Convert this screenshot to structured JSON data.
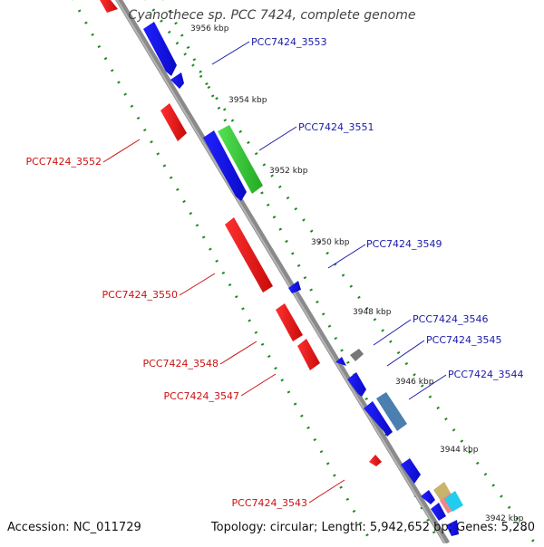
{
  "title": "Cyanothece sp. PCC 7424, complete genome",
  "footer": {
    "accession": "Accession: NC_011729",
    "stats": "Topology: circular; Length: 5,942,652 bp; Genes: 5,280"
  },
  "scale_labels": [
    "3956 kbp",
    "3954 kbp",
    "3952 kbp",
    "3950 kbp",
    "3948 kbp",
    "3946 kbp",
    "3944 kbp",
    "3942 kbp"
  ],
  "gene_labels_forward": [
    "PCC7424_3553",
    "PCC7424_3551",
    "PCC7424_3549",
    "PCC7424_3546",
    "PCC7424_3545",
    "PCC7424_3544"
  ],
  "gene_labels_reverse": [
    "PCC7424_3552",
    "PCC7424_3550",
    "PCC7424_3548",
    "PCC7424_3547",
    "PCC7424_3543"
  ],
  "colors": {
    "forward": "#1010ee",
    "reverse": "#ee1111",
    "forward_label": "#1a1aa8",
    "reverse_label": "#cc1111",
    "backbone": "#8a8a8a",
    "ticks": "#1d8a1d",
    "rna": "#33cc33",
    "pseudo": "#777777",
    "steel": "#4a7fb0",
    "khaki": "#c8b46a",
    "cyan": "#22ccee",
    "pink": "#ee8888"
  }
}
